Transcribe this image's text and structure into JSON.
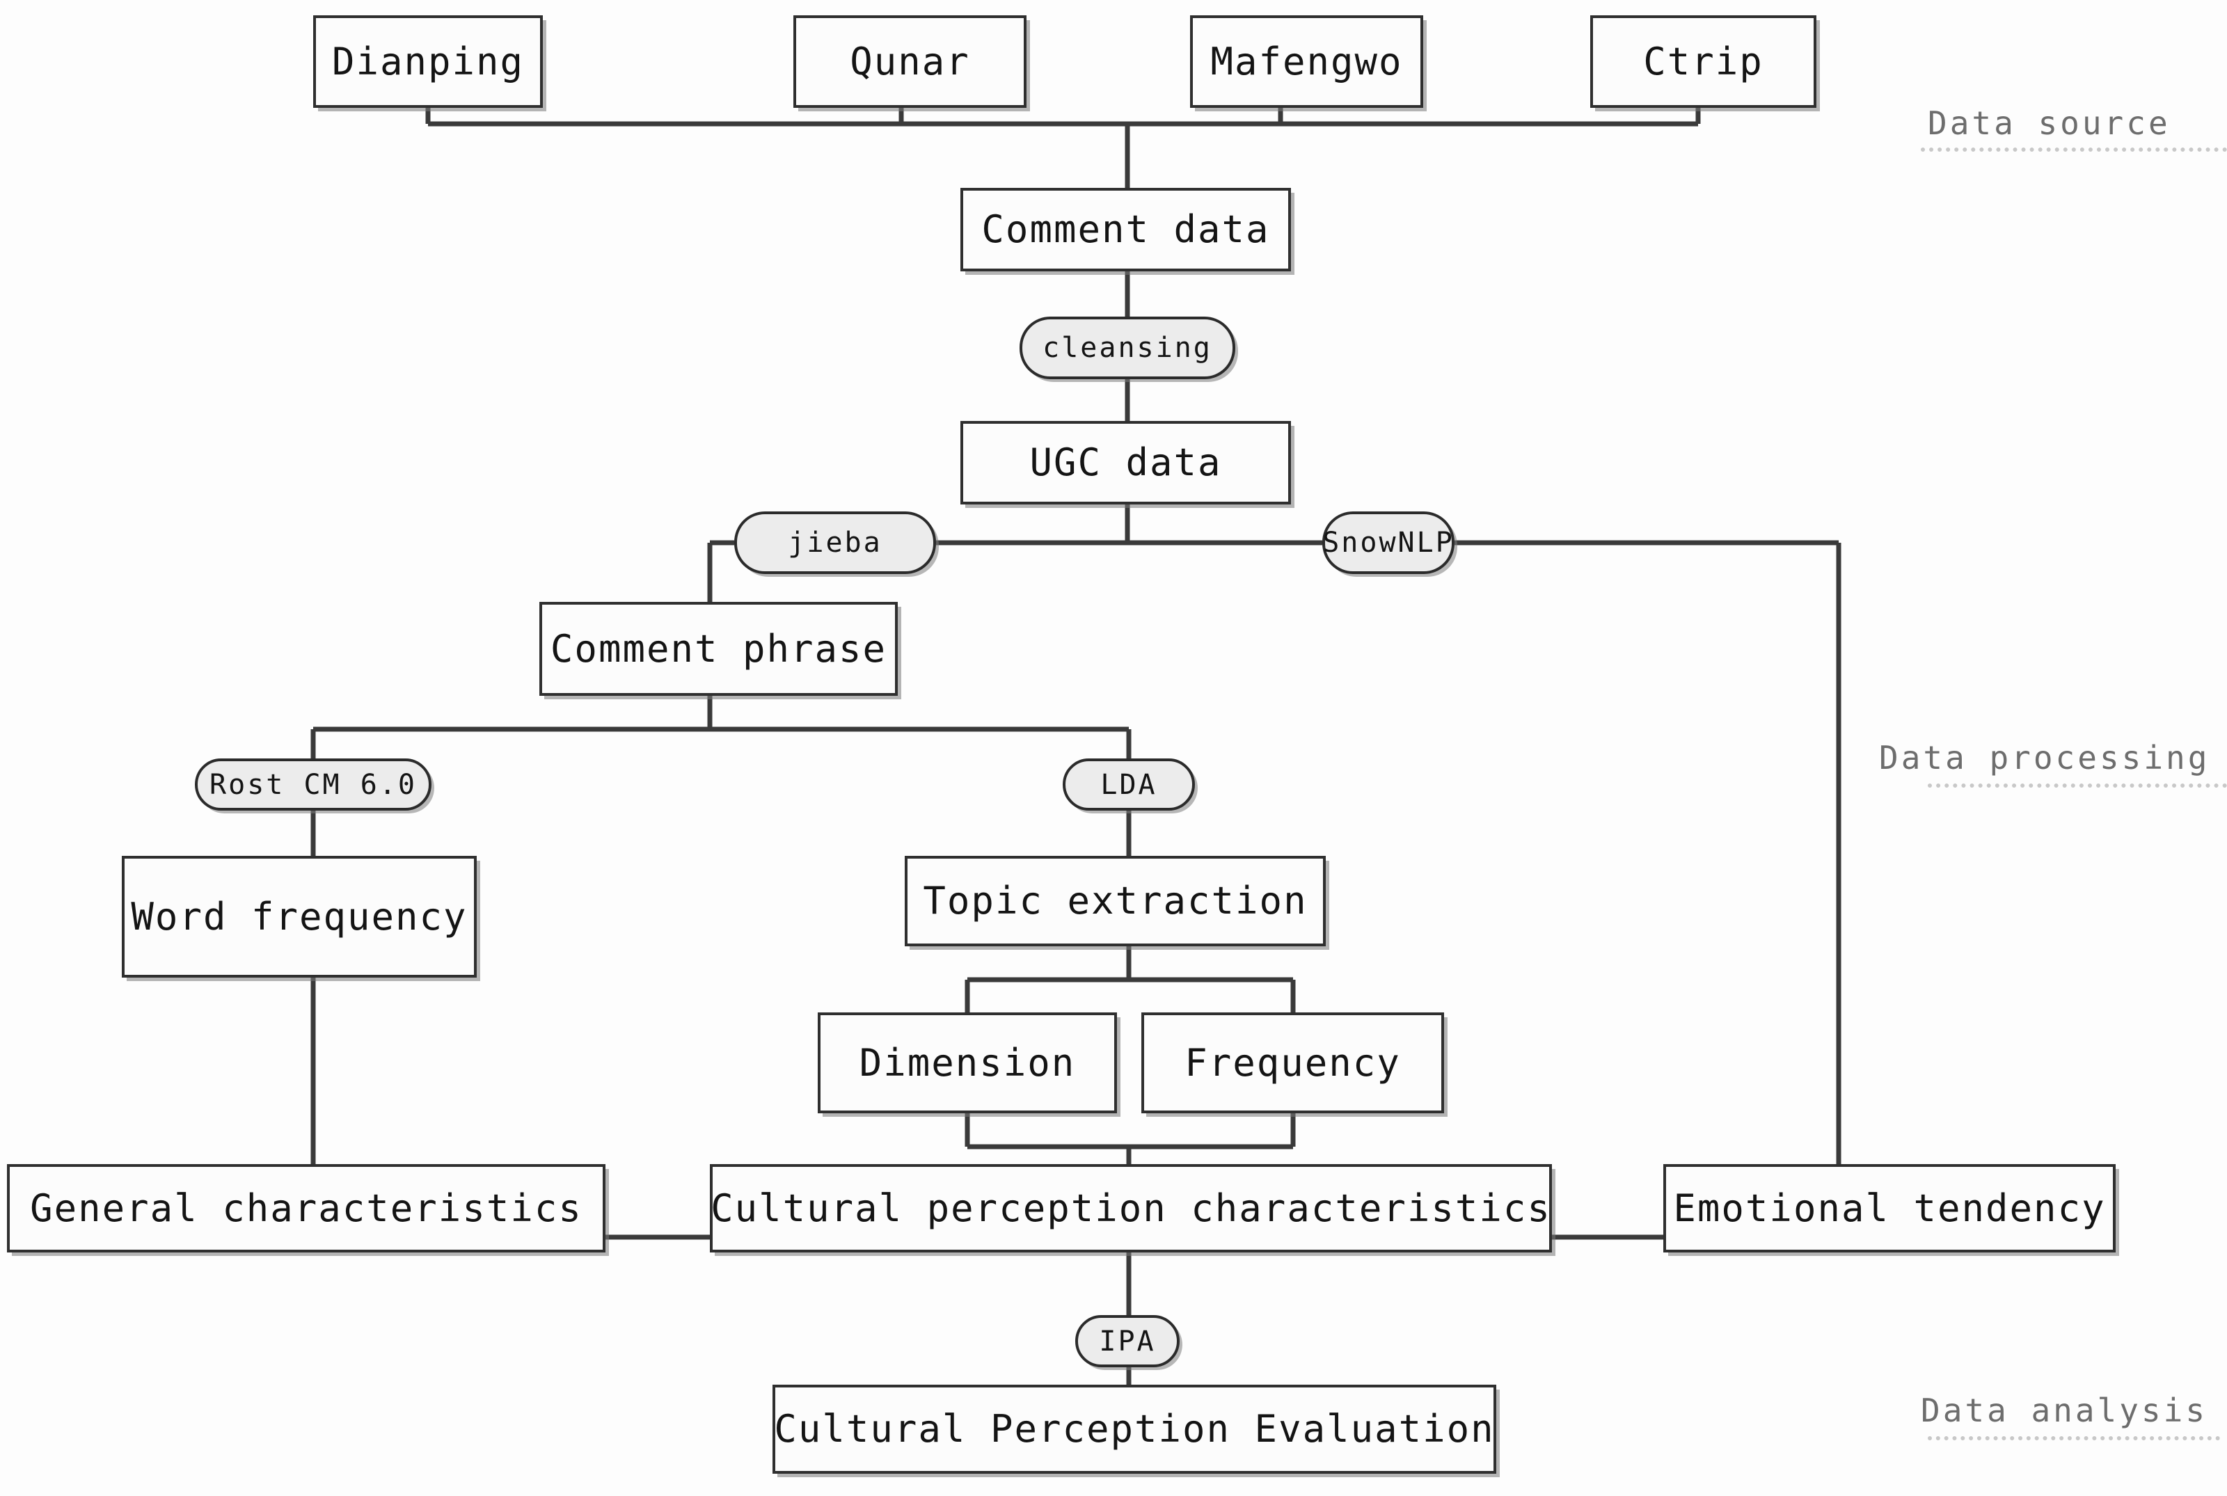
{
  "diagram": {
    "title": "Research framework flowchart",
    "colors": {
      "box_border": "#2f2f2f",
      "pill_fill": "#ececec",
      "line": "#3a3a3a",
      "stage_label": "#6d6d6d",
      "background": "#fdfdfd"
    }
  },
  "stages": [
    {
      "id": "data-source",
      "label": "Data source"
    },
    {
      "id": "data-processing",
      "label": "Data processing"
    },
    {
      "id": "data-analysis",
      "label": "Data analysis"
    }
  ],
  "sources": [
    {
      "id": "dianping",
      "label": "Dianping"
    },
    {
      "id": "qunar",
      "label": "Qunar"
    },
    {
      "id": "mafengwo",
      "label": "Mafengwo"
    },
    {
      "id": "ctrip",
      "label": "Ctrip"
    }
  ],
  "nodes": {
    "comment_data": {
      "label": "Comment data",
      "shape": "rect"
    },
    "cleansing": {
      "label": "cleansing",
      "shape": "pill"
    },
    "ugc_data": {
      "label": "UGC data",
      "shape": "rect"
    },
    "jieba": {
      "label": "jieba",
      "shape": "pill"
    },
    "snownlp": {
      "label": "SnowNLP",
      "shape": "pill"
    },
    "comment_phrase": {
      "label": "Comment phrase",
      "shape": "rect"
    },
    "rost_cm": {
      "label": "Rost CM 6.0",
      "shape": "pill"
    },
    "lda": {
      "label": "LDA",
      "shape": "pill"
    },
    "word_frequency": {
      "label": "Word frequency",
      "shape": "rect"
    },
    "topic_extraction": {
      "label": "Topic extraction",
      "shape": "rect"
    },
    "dimension": {
      "label": "Dimension",
      "shape": "rect"
    },
    "frequency": {
      "label": "Frequency",
      "shape": "rect"
    },
    "general_characteristics": {
      "label": "General characteristics",
      "shape": "rect"
    },
    "cultural_perception_characteristics": {
      "label": "Cultural perception characteristics",
      "shape": "rect"
    },
    "emotional_tendency": {
      "label": "Emotional tendency",
      "shape": "rect"
    },
    "ipa": {
      "label": "IPA",
      "shape": "pill"
    },
    "cultural_perception_evaluation": {
      "label": "Cultural Perception Evaluation",
      "shape": "rect"
    }
  },
  "edges": [
    {
      "from": "dianping",
      "to": "comment_data"
    },
    {
      "from": "qunar",
      "to": "comment_data"
    },
    {
      "from": "mafengwo",
      "to": "comment_data"
    },
    {
      "from": "ctrip",
      "to": "comment_data"
    },
    {
      "from": "comment_data",
      "to": "cleansing"
    },
    {
      "from": "cleansing",
      "to": "ugc_data"
    },
    {
      "from": "ugc_data",
      "to": "jieba"
    },
    {
      "from": "ugc_data",
      "to": "snownlp"
    },
    {
      "from": "jieba",
      "to": "comment_phrase"
    },
    {
      "from": "comment_phrase",
      "to": "rost_cm"
    },
    {
      "from": "comment_phrase",
      "to": "lda"
    },
    {
      "from": "rost_cm",
      "to": "word_frequency"
    },
    {
      "from": "lda",
      "to": "topic_extraction"
    },
    {
      "from": "topic_extraction",
      "to": "dimension"
    },
    {
      "from": "topic_extraction",
      "to": "frequency"
    },
    {
      "from": "word_frequency",
      "to": "general_characteristics"
    },
    {
      "from": "dimension",
      "to": "cultural_perception_characteristics"
    },
    {
      "from": "frequency",
      "to": "cultural_perception_characteristics"
    },
    {
      "from": "snownlp",
      "to": "emotional_tendency"
    },
    {
      "from": "general_characteristics",
      "to": "ipa"
    },
    {
      "from": "cultural_perception_characteristics",
      "to": "ipa"
    },
    {
      "from": "emotional_tendency",
      "to": "ipa"
    },
    {
      "from": "ipa",
      "to": "cultural_perception_evaluation"
    }
  ]
}
